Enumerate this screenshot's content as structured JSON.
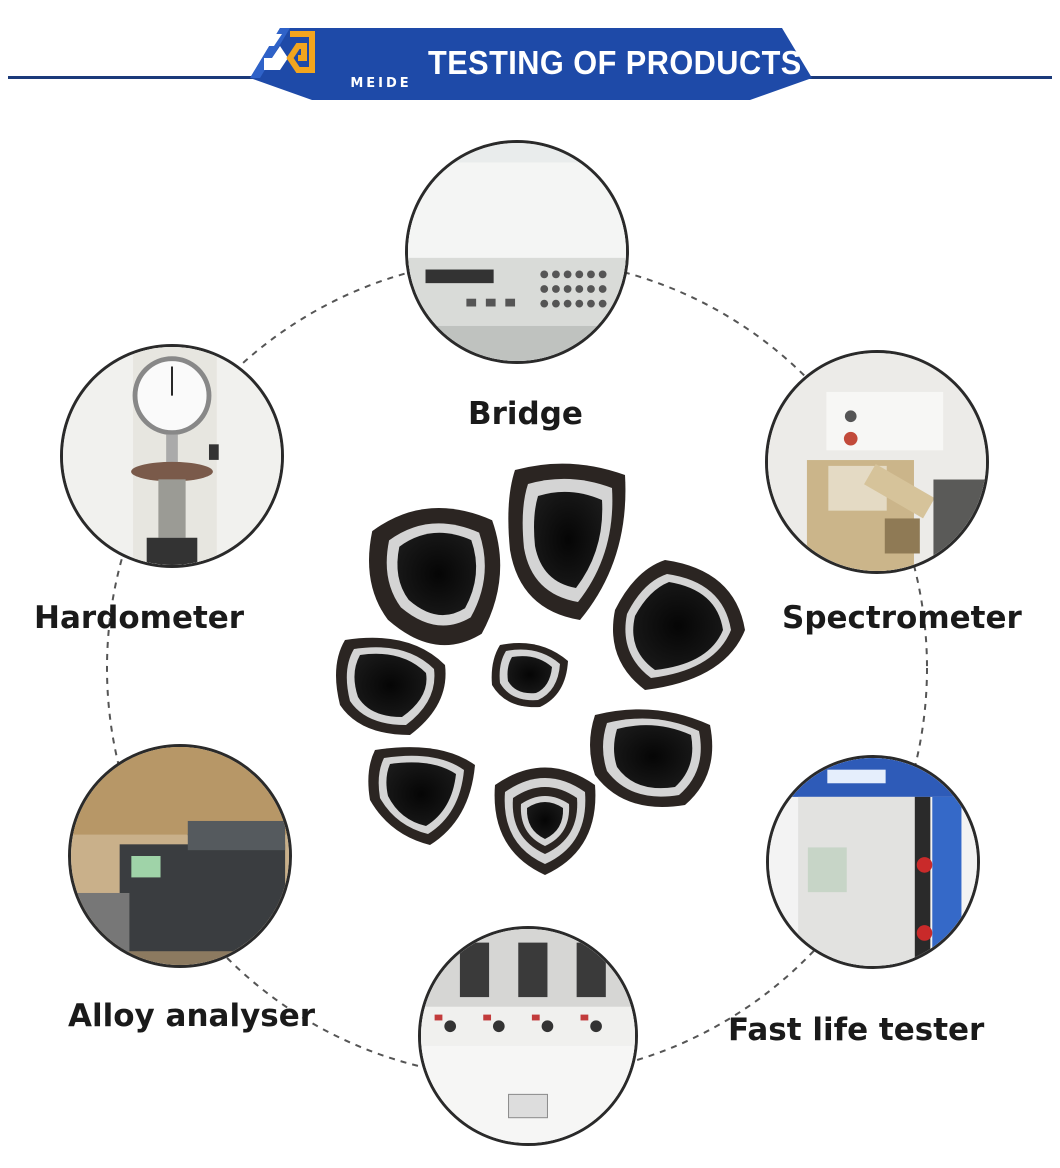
{
  "header": {
    "brand": "MEIDE",
    "title": "TESTING OF PRODUCTS",
    "brand_color": "#1e4aa8",
    "line_color": "#1b3a7a",
    "logo_accent": "#f2a51e"
  },
  "labels": {
    "bridge": "Bridge",
    "hardometer": "Hardometer",
    "spectrometer": "Spectrometer",
    "alloy_analyser": "Alloy analyser",
    "fast_life_tester": "Fast life tester"
  }
}
